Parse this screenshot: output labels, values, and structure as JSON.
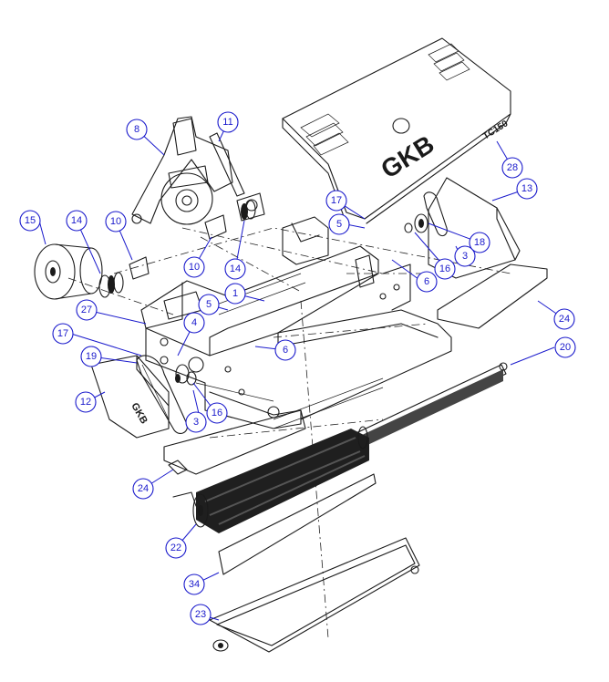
{
  "brand": {
    "logo_text": "GKB",
    "model_text": "TC150"
  },
  "balloons": [
    {
      "label": "1"
    },
    {
      "label": "3"
    },
    {
      "label": "3"
    },
    {
      "label": "4"
    },
    {
      "label": "5"
    },
    {
      "label": "5"
    },
    {
      "label": "6"
    },
    {
      "label": "6"
    },
    {
      "label": "8"
    },
    {
      "label": "10"
    },
    {
      "label": "10"
    },
    {
      "label": "11"
    },
    {
      "label": "12"
    },
    {
      "label": "13"
    },
    {
      "label": "14"
    },
    {
      "label": "14"
    },
    {
      "label": "15"
    },
    {
      "label": "16"
    },
    {
      "label": "16"
    },
    {
      "label": "17"
    },
    {
      "label": "17"
    },
    {
      "label": "18"
    },
    {
      "label": "19"
    },
    {
      "label": "20"
    },
    {
      "label": "22"
    },
    {
      "label": "23"
    },
    {
      "label": "24"
    },
    {
      "label": "24"
    },
    {
      "label": "27"
    },
    {
      "label": "28"
    },
    {
      "label": "34"
    }
  ]
}
